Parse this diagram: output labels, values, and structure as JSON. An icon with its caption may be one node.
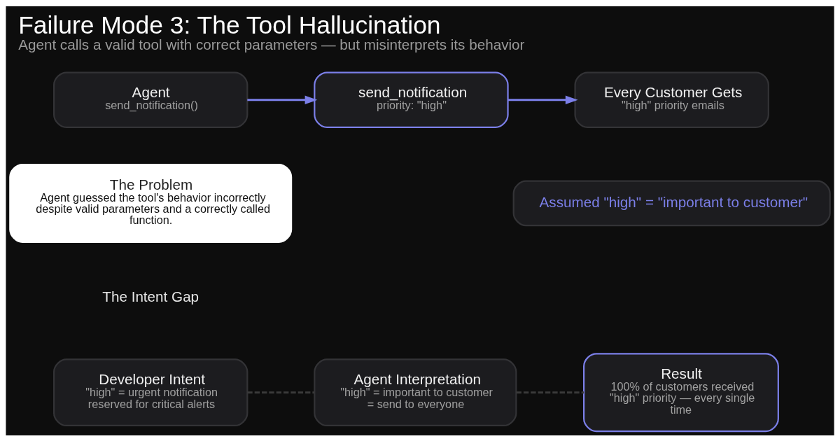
{
  "diagram": {
    "title": "Failure Mode 3: The Tool Hallucination",
    "caption": "Agent calls a valid tool with correct parameters — but misinterprets its behavior",
    "nodes": [
      {
        "text": [
          "Agent",
          "send_notification()"
        ]
      },
      {
        "text": [
          "send_notification",
          "priority: \"high\""
        ]
      },
      {
        "text": [
          "Every Customer Gets",
          "\"high\" priority emails"
        ]
      },
      {
        "text": [
          "The Problem",
          "Agent guessed the tool's behavior incorrectly despite valid parameters and a correctly called function."
        ]
      },
      {
        "text": [
          "Assumed \"high\" = \"important to customer\""
        ]
      },
      {
        "text": [
          "Developer Intent",
          "\"high\" = urgent notification reserved for critical alerts"
        ]
      },
      {
        "text": [
          "Agent Interpretation",
          "\"high\" = important to customer = send to everyone"
        ]
      },
      {
        "text": [
          "Result",
          "100% of customers received \"high\" priority — every single time"
        ]
      }
    ],
    "edges": [
      {
        "from": 0,
        "to": 1,
        "arrow": "to"
      },
      {
        "from": 1,
        "to": 2,
        "arrow": "to"
      },
      {
        "from": 5,
        "to": 6,
        "arrow": "none",
        "style": "dashed",
        "color": "#3a3a3a"
      },
      {
        "from": 6,
        "to": 7,
        "arrow": "none",
        "style": "dashed",
        "color": "#3a3a3a"
      }
    ],
    "labels": [
      "The Intent Gap"
    ]
  }
}
